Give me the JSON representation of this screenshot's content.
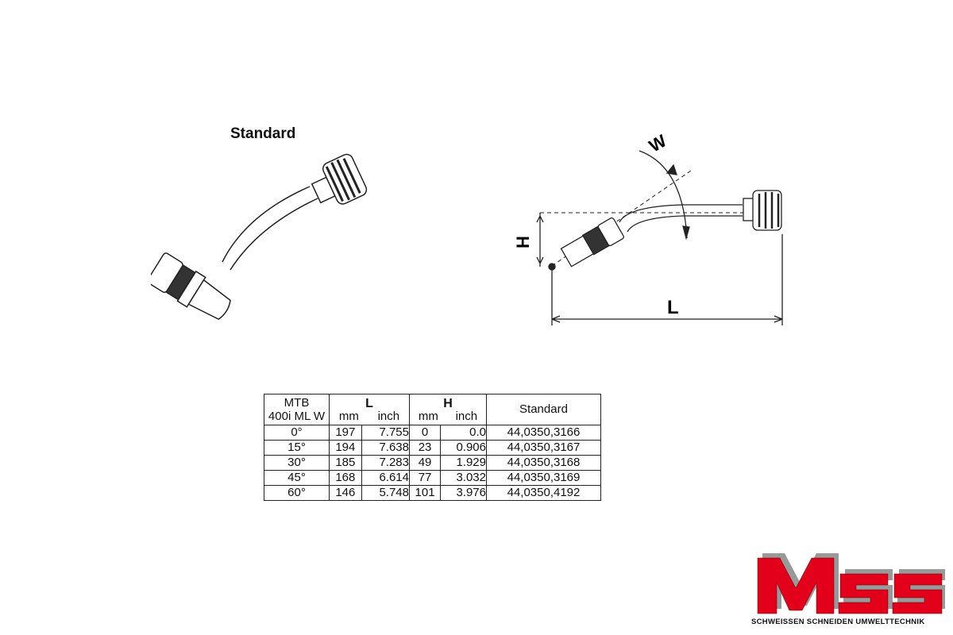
{
  "left_figure": {
    "title": "Standard"
  },
  "dimension_figure": {
    "labels": {
      "angle": "W",
      "height": "H",
      "length": "L"
    }
  },
  "table": {
    "header": {
      "model_line1": "MTB",
      "model_line2": "400i ML W",
      "L": "L",
      "H": "H",
      "unit_mm": "mm",
      "unit_inch": "inch",
      "standard": "Standard"
    },
    "rows": [
      {
        "angle": "0°",
        "L_mm": "197",
        "L_inch": "7.755",
        "H_mm": "0",
        "H_inch": "0.0",
        "standard": "44,0350,3166"
      },
      {
        "angle": "15°",
        "L_mm": "194",
        "L_inch": "7.638",
        "H_mm": "23",
        "H_inch": "0.906",
        "standard": "44,0350,3167"
      },
      {
        "angle": "30°",
        "L_mm": "185",
        "L_inch": "7.283",
        "H_mm": "49",
        "H_inch": "1.929",
        "standard": "44,0350,3168"
      },
      {
        "angle": "45°",
        "L_mm": "168",
        "L_inch": "6.614",
        "H_mm": "77",
        "H_inch": "3.032",
        "standard": "44,0350,3169"
      },
      {
        "angle": "60°",
        "L_mm": "146",
        "L_inch": "5.748",
        "H_mm": "101",
        "H_inch": "3.976",
        "standard": "44,0350,4192"
      }
    ]
  },
  "logo": {
    "text": "MSS",
    "tagline": "SCHWEISSEN SCHNEIDEN UMWELTTECHNIK",
    "color": "#e2001a"
  }
}
